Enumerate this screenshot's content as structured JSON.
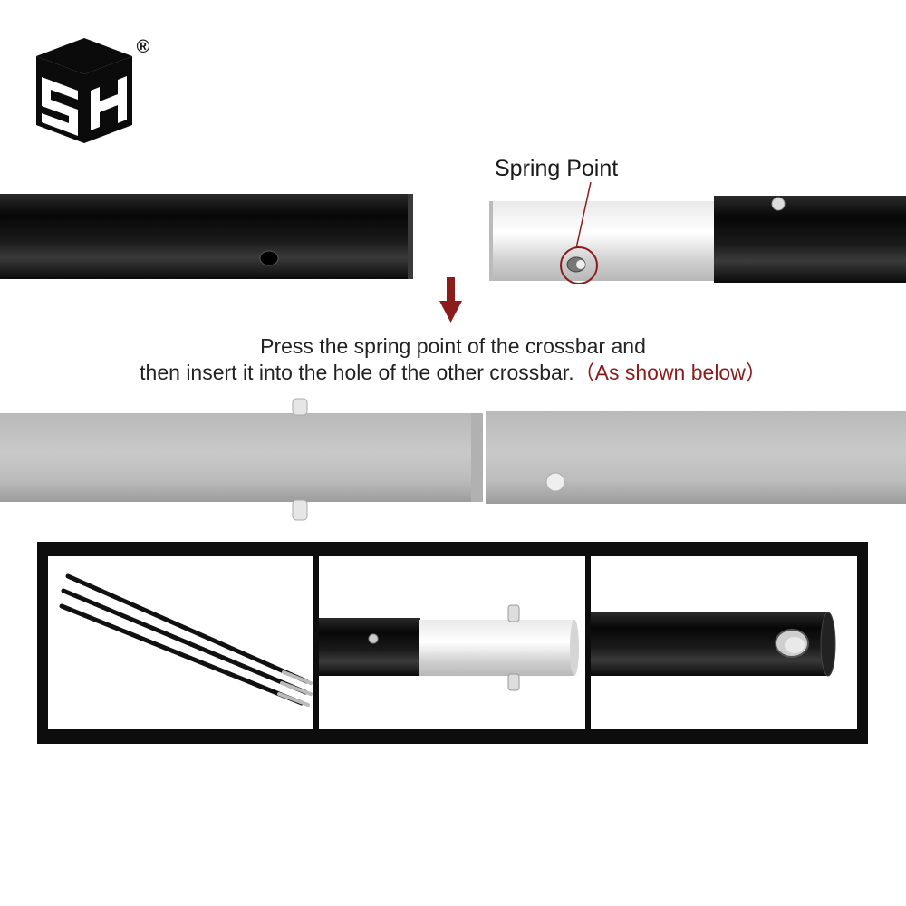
{
  "brand": {
    "logo_icon": "sh-cube-logo",
    "registered_mark": "®"
  },
  "callout": {
    "label": "Spring Point",
    "highlight_color": "#8b1c1c"
  },
  "instruction": {
    "line1": "Press the spring point of the crossbar and",
    "line2_prefix": "then insert it into the hole of the other crossbar.",
    "line2_note": "（As shown below）",
    "arrow_icon": "arrow-down-icon",
    "arrow_color": "#8b1c1c"
  },
  "colors": {
    "tube_black": "#111111",
    "tube_silver": "#c8c8c8",
    "tube_gray": "#a9a9a9",
    "frame": "#0d0d0d"
  },
  "panels": [
    {
      "name": "three-crossbars"
    },
    {
      "name": "spring-pin-joint"
    },
    {
      "name": "tube-end-hole"
    }
  ]
}
